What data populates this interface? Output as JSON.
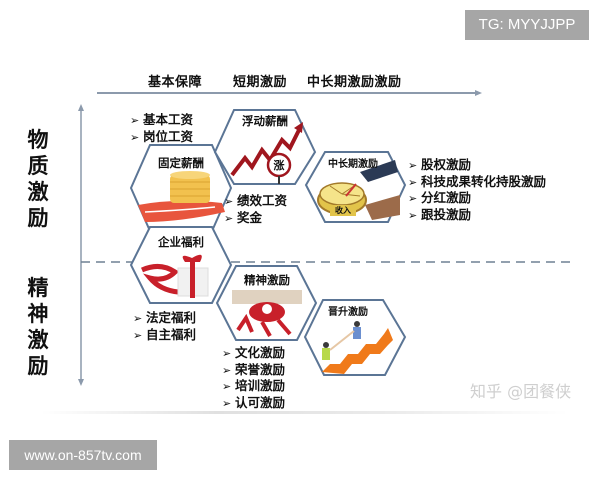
{
  "overlay": {
    "tg_badge": "TG: MYYJJPP",
    "url_badge": "www.on-857tv.com",
    "watermark": "知乎 @团餐侠"
  },
  "axis": {
    "top_labels": [
      "基本保障",
      "短期激励",
      "中长期激励激励"
    ],
    "left_top_label": [
      "物",
      "质",
      "激",
      "励"
    ],
    "left_bottom_label": [
      "精",
      "神",
      "激",
      "励"
    ]
  },
  "colors": {
    "hex_border": "#5b7595",
    "axis_line": "#8c9aac",
    "dashed_line": "#6f8193",
    "accent_red": "#c8202a",
    "coin_gold": "#f2c14e",
    "stair_orange": "#f07a1a"
  },
  "hexagons": [
    {
      "id": "fixed_pay",
      "title": "固定薪酬",
      "icon": "coins-hand-icon"
    },
    {
      "id": "floating_pay",
      "title": "浮动薪酬",
      "icon": "rising-chart-icon",
      "badge": "涨"
    },
    {
      "id": "long_term",
      "title": "中长期激励",
      "icon": "pie-income-icon",
      "badge": "收入"
    },
    {
      "id": "welfare",
      "title": "企业福利",
      "icon": "gift-box-icon"
    },
    {
      "id": "spiritual",
      "title": "精神激励",
      "icon": "spiritual-collage-icon"
    },
    {
      "id": "promotion",
      "title": "晋升激励",
      "icon": "stairs-climb-icon"
    }
  ],
  "bullet_groups": {
    "fixed_pay": [
      "基本工资",
      "岗位工资"
    ],
    "floating_pay": [
      "绩效工资",
      "奖金"
    ],
    "long_term": [
      "股权激励",
      "科技成果转化持股激励",
      "分红激励",
      "跟投激励"
    ],
    "welfare": [
      "法定福利",
      "自主福利"
    ],
    "spiritual": [
      "文化激励",
      "荣誉激励",
      "培训激励",
      "认可激励"
    ]
  }
}
